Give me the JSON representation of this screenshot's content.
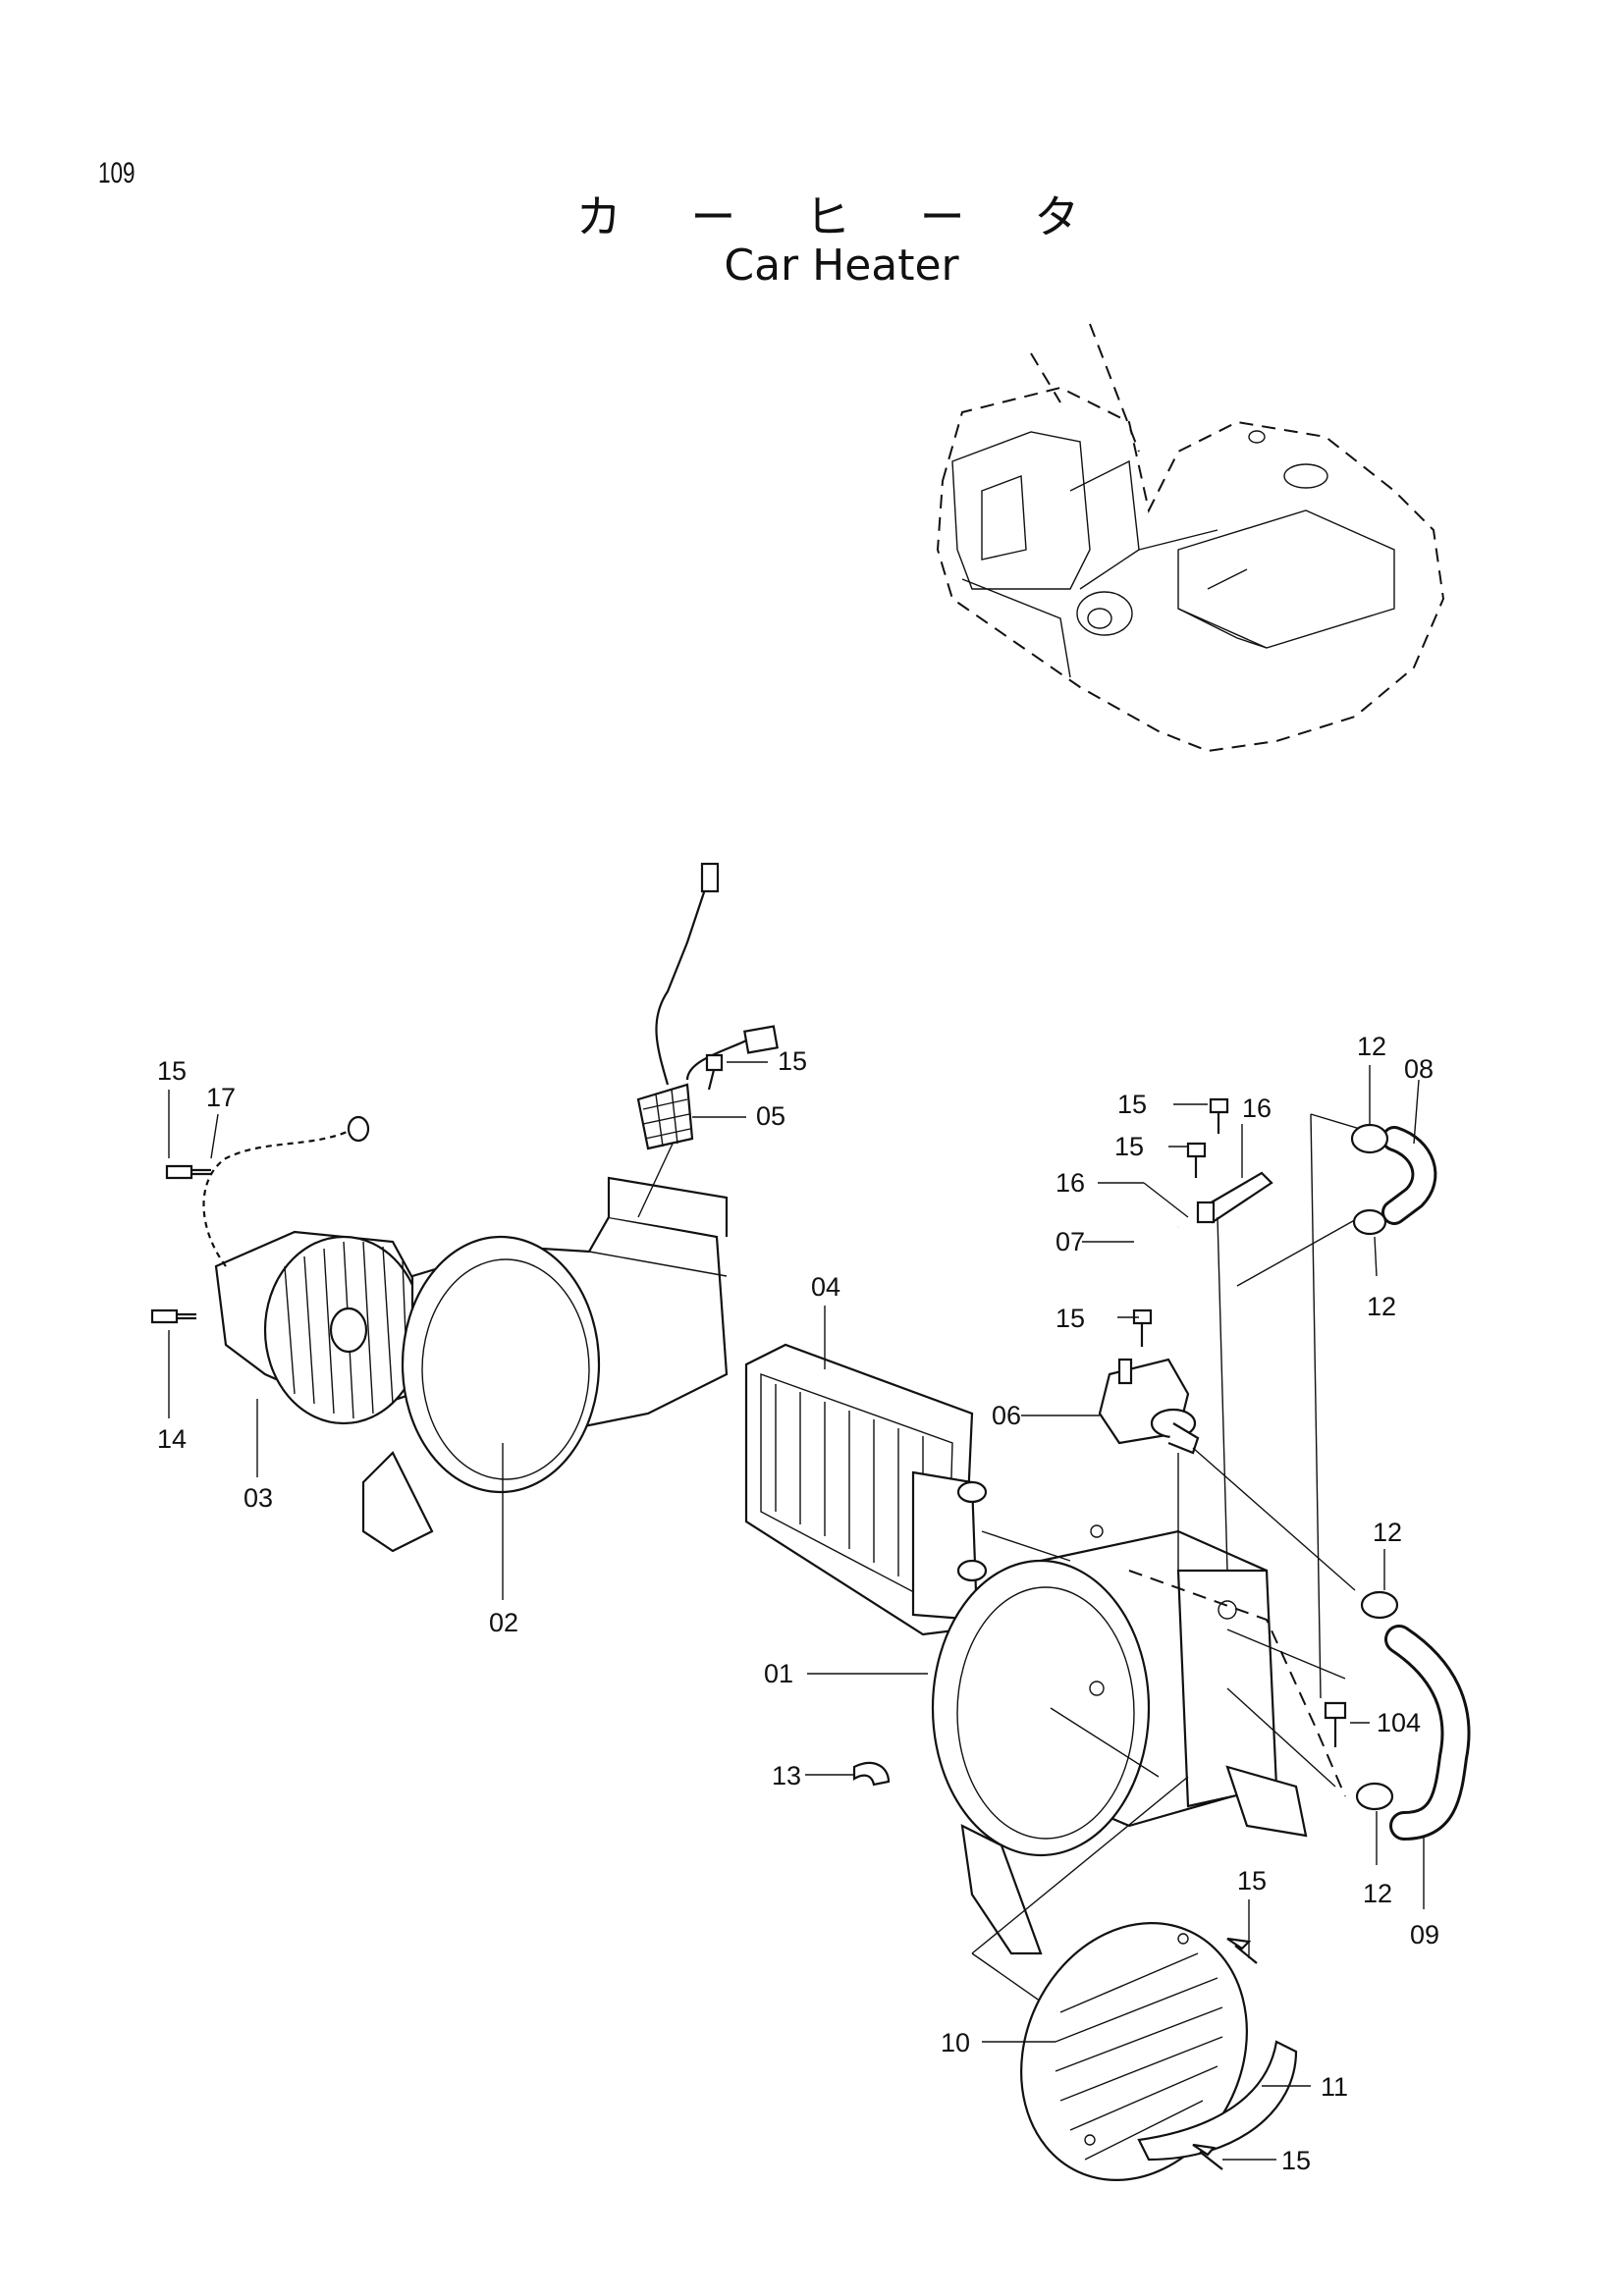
{
  "page_number": "109",
  "title_jp": "カ ー ヒ ー タ",
  "title_en": "Car Heater",
  "callouts": [
    "15",
    "17",
    "14",
    "03",
    "05",
    "15",
    "02",
    "04",
    "01",
    "13",
    "15",
    "16",
    "16",
    "15",
    "07",
    "12",
    "08",
    "12",
    "15",
    "06",
    "12",
    "104",
    "12",
    "09",
    "15",
    "10",
    "11",
    "15"
  ]
}
